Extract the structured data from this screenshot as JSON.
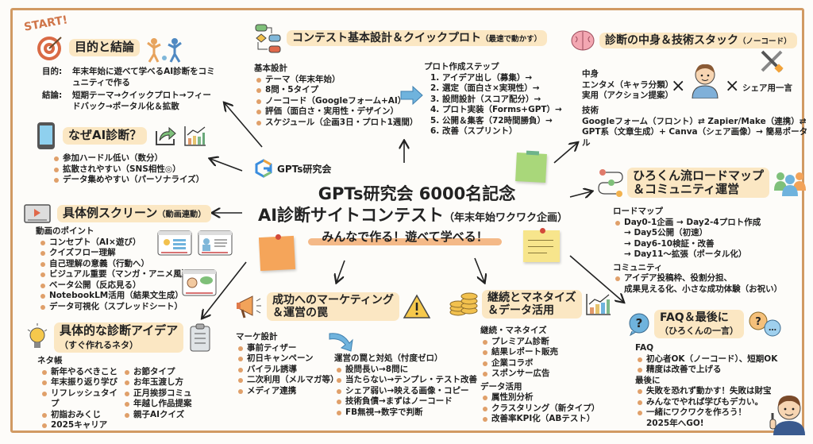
{
  "start_label": "START!",
  "center": {
    "logo_text": "GPTs研究会",
    "title_line1": "GPTs研究会 6000名記念",
    "title_line2": "AI診断サイトコンテスト",
    "title_line2_suffix": "（年末年始ワクワク企画）",
    "tagline": "みんなで作る！遊べて学べる！"
  },
  "purpose": {
    "heading": "目的と結論",
    "rows": [
      {
        "label": "目的:",
        "value": "年末年始に遊べて学べるAI診断をコミュニティで作る"
      },
      {
        "label": "結論:",
        "value": "短期テーマ→クイックプロト→フィードバック→ポータル化＆拡散"
      }
    ]
  },
  "why": {
    "heading": "なぜAI診断？",
    "items": [
      "参加ハードル低い（数分）",
      "拡散されやすい（SNS相性◎）",
      "データ集めやすい（パーソナライズ）"
    ]
  },
  "screen": {
    "heading": "具体例スクリーン",
    "heading_suffix": "（動画連動）",
    "subheading": "動画のポイント",
    "items": [
      "コンセプト（AI×遊び）",
      "クイズフロー理解",
      "自己理解の意義（行動へ）",
      "ビジュアル重要（マンガ・アニメ風）",
      "ベータ公開（反応見る）",
      "NotebookLM活用（結果文生成）",
      "データ可視化（スプレッドシート）"
    ]
  },
  "ideas": {
    "heading": "具体的な診断アイデア",
    "heading_line2": "（すぐ作れるネタ）",
    "subheading": "ネタ帳",
    "col1": [
      "新年やるべきこと",
      "年末振り返り学び",
      "リフレッシュタイプ",
      "初詣おみくじ",
      "2025キャリア"
    ],
    "col2": [
      "お節タイプ",
      "お年玉渡し方",
      "正月挨拶コミュ",
      "年越し作品提案",
      "親子AIクイズ"
    ]
  },
  "design": {
    "heading": "コンテスト基本設計＆クイックプロト",
    "heading_suffix": "（最速で動かす）",
    "basic_title": "基本設計",
    "basic_items": [
      "テーマ（年末年始）",
      "8問・5タイプ",
      "ノーコード（Googleフォーム+AI）",
      "評価（面白さ・実用性・デザイン）",
      "スケジュール（企画3日・プロト1週間）"
    ],
    "steps_title": "プロト作成ステップ",
    "steps": [
      "1. アイデア出し（募集）→",
      "2. 選定（面白さ×実現性）→",
      "3. 設問設計（スコア配分）→",
      "4. プロト実装（Forms+GPT）→",
      "5. 公開＆集客（72時間勝負）→",
      "6. 改善（スプリント）"
    ]
  },
  "tech": {
    "heading": "診断の中身＆技術スタック",
    "heading_suffix": "（ノーコード）",
    "content_title": "中身",
    "content_lines": [
      "エンタメ（キャラ分類）",
      "実用（アクション提案）"
    ],
    "times1": "×",
    "times2": "×",
    "share_label": "シェア用一言",
    "tech_title": "技術",
    "tech_line1": "Googleフォーム（フロント）⇄ Zapier/Make（連携）⇄",
    "tech_line2": "GPT系（文章生成）+ Canva（シェア画像）→ 簡易ポータル"
  },
  "roadmap": {
    "heading_line1": "ひろくん流ロードマップ",
    "heading_line2": "＆コミュニティ運営",
    "roadmap_title": "ロードマップ",
    "roadmap_first": "Day0-1企画 → Day2-4プロト作成",
    "roadmap_rest": [
      "→ Day5公開（初速）",
      "→ Day6-10検証・改善",
      "→ Day11〜拡張（ポータル化）"
    ],
    "community_title": "コミュニティ",
    "community_line1": "アイデア投稿枠、役割分担、",
    "community_line2": "成果見える化、小さな成功体験（お祝い）"
  },
  "marketing": {
    "heading_line1": "成功へのマーケティング",
    "heading_line2": "＆運営の罠",
    "design_title": "マーケ設計",
    "design_items": [
      "事前ティザー",
      "初日キャンペーン",
      "バイラル誘導",
      "二次利用（メルマガ等）",
      "メディア連携"
    ],
    "traps_title": "運営の罠と対処（忖度ゼロ）",
    "traps_items": [
      "設問長い→8問に",
      "当たらない→テンプレ・テスト改善",
      "シェア弱い→映える画像・コピー",
      "技術負債→まずはノーコード",
      "FB無視→数字で判断"
    ]
  },
  "monetize": {
    "heading_line1": "継続とマネタイズ",
    "heading_line2": "＆データ活用",
    "monetize_title": "継続・マネタイズ",
    "monetize_items": [
      "プレミアム診断",
      "結果レポート販売",
      "企業コラボ",
      "スポンサー広告"
    ],
    "data_title": "データ活用",
    "data_items": [
      "属性別分析",
      "クラスタリング（新タイプ）",
      "改善率KPI化（ABテスト）"
    ]
  },
  "faq": {
    "heading_line1": "FAQ＆最後に",
    "heading_line2": "（ひろくんの一言）",
    "faq_title": "FAQ",
    "faq_items": [
      "初心者OK（ノーコード）、短期OK",
      "精度は改善で上げる"
    ],
    "last_title": "最後に",
    "last_items": [
      "失敗を恐れず動かす！失敗は財宝",
      "みんなでやれば学びもデカい。",
      "一緒にワクワクを作ろう！"
    ],
    "last_tail": "2025年へGO!"
  },
  "colors": {
    "frame": "#d19a63",
    "pill": "#fbe7c3",
    "bullet": "#e0a06a",
    "accent_orange": "#f2ad74",
    "note_green": "#a9d77a",
    "note_yellow": "#f7e58c",
    "note_orange": "#f5a55a",
    "arrow_blue": "#6fb3dd"
  }
}
